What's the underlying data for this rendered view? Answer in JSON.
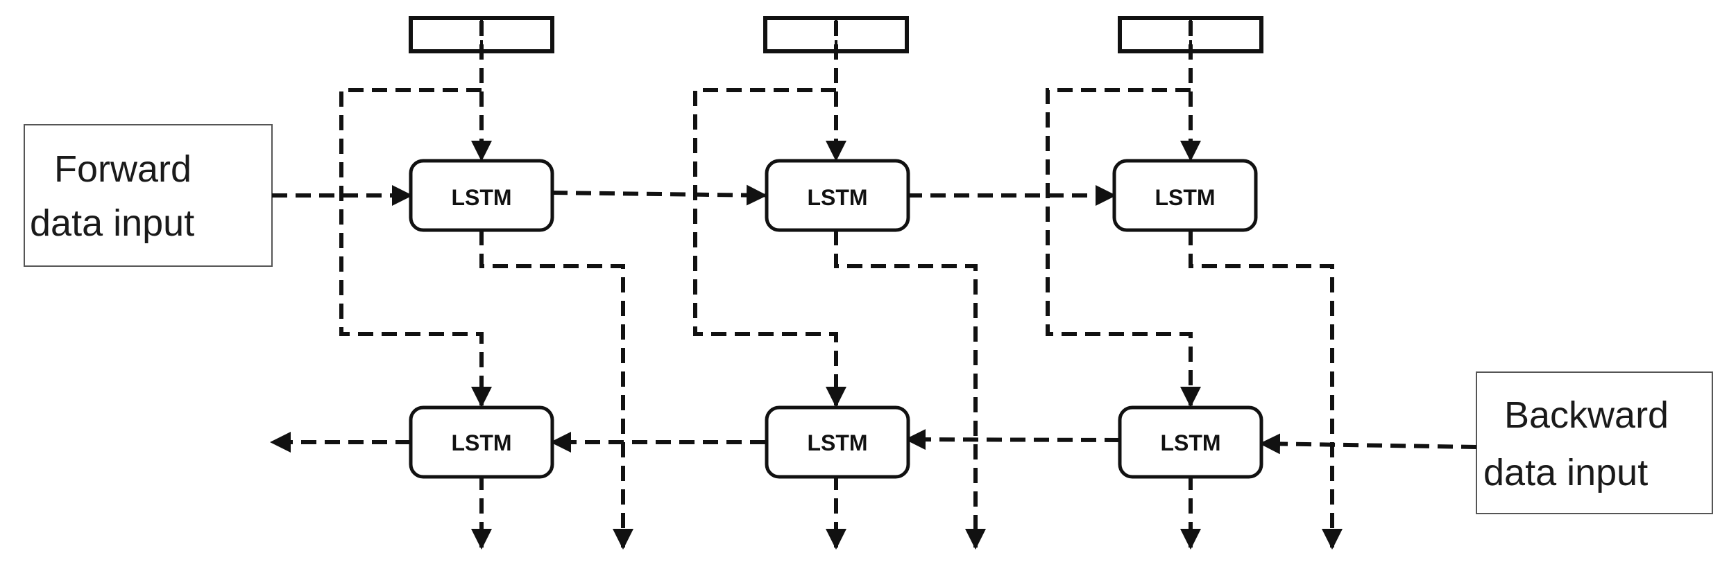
{
  "forward_input": {
    "line1": "Forward",
    "line2": "data input"
  },
  "backward_input": {
    "line1": "Backward",
    "line2": "data input"
  },
  "lstm_label": "LSTM",
  "colors": {
    "stroke": "#111111",
    "background": "#ffffff",
    "input_box_border": "#555555"
  }
}
